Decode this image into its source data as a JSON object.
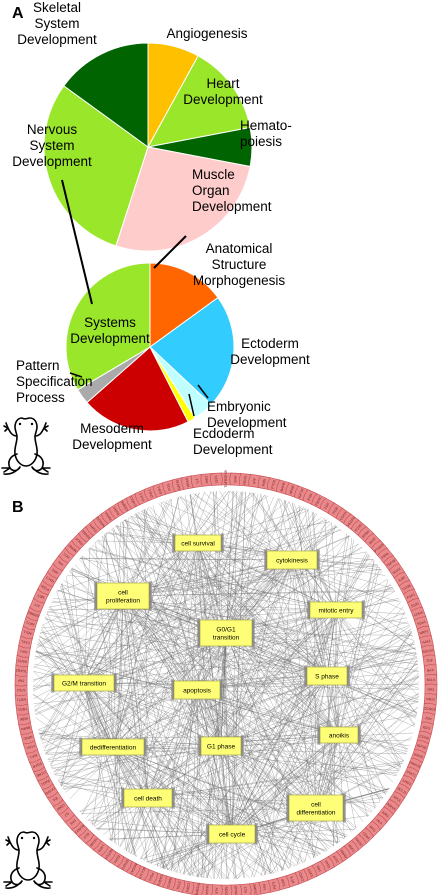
{
  "panel_a": {
    "letter": "A",
    "pie_top": {
      "slices": [
        {
          "key": "angiogenesis",
          "value": 8,
          "color": "#FFC000"
        },
        {
          "key": "heart",
          "value": 14,
          "color": "#99E62B"
        },
        {
          "key": "hematopoiesis",
          "value": 6,
          "color": "#006400"
        },
        {
          "key": "muscle",
          "value": 27,
          "color": "#FFCCCC"
        },
        {
          "key": "nervous",
          "value": 30,
          "color": "#99E62B"
        },
        {
          "key": "skeletal",
          "value": 15,
          "color": "#006400"
        }
      ],
      "labels": {
        "skeletal": [
          "Skeletal",
          "System",
          "Development"
        ],
        "angiogenesis": [
          "Angiogenesis"
        ],
        "heart": [
          "Heart",
          "Development"
        ],
        "hematopoiesis": [
          "Hemato-",
          "poiesis"
        ],
        "nervous": [
          "Nervous",
          "System",
          "Development"
        ],
        "muscle": [
          "Muscle",
          "Organ",
          "Development"
        ]
      }
    },
    "pie_bottom": {
      "slices": [
        {
          "key": "anatomical",
          "value": 15,
          "color": "#FF6600"
        },
        {
          "key": "ectoderm",
          "value": 22,
          "color": "#33CCFF"
        },
        {
          "key": "embryonic",
          "value": 4,
          "color": "#BFFFFF"
        },
        {
          "key": "ecdoderm",
          "value": 1.5,
          "color": "#FFFF00"
        },
        {
          "key": "mesoderm",
          "value": 21,
          "color": "#CC0000"
        },
        {
          "key": "pattern",
          "value": 3,
          "color": "#AAAAAA"
        },
        {
          "key": "systems",
          "value": 33.5,
          "color": "#99E62B"
        }
      ],
      "labels": {
        "anatomical": [
          "Anatomical",
          "Structure",
          "Morphogenesis"
        ],
        "systems": [
          "Systems",
          "Development"
        ],
        "ectoderm": [
          "Ectoderm",
          "Development"
        ],
        "pattern": [
          "Pattern",
          "Specification",
          "Process"
        ],
        "embryonic": [
          "Embryonic",
          "Development"
        ],
        "mesoderm": [
          "Mesoderm",
          "Development"
        ],
        "ecdoderm": [
          "Ecdoderm",
          "Development"
        ]
      }
    }
  },
  "panel_b": {
    "letter": "B",
    "hubs": [
      {
        "key": "cell-survival",
        "label": [
          "cell survival"
        ]
      },
      {
        "key": "cytokinesis",
        "label": [
          "cytokinesis"
        ]
      },
      {
        "key": "cell-proliferation",
        "label": [
          "cell",
          "proliferation"
        ]
      },
      {
        "key": "mitotic-entry",
        "label": [
          "mitotic entry"
        ]
      },
      {
        "key": "g0g1-transition",
        "label": [
          "G0/G1",
          "transition"
        ]
      },
      {
        "key": "g2m-transition",
        "label": [
          "G2/M transition"
        ]
      },
      {
        "key": "s-phase",
        "label": [
          "S phase"
        ]
      },
      {
        "key": "apoptosis",
        "label": [
          "apoptosis"
        ]
      },
      {
        "key": "anoikis",
        "label": [
          "anoikis"
        ]
      },
      {
        "key": "dedifferentiation",
        "label": [
          "dedifferentiation"
        ]
      },
      {
        "key": "g1-phase",
        "label": [
          "G1 phase"
        ]
      },
      {
        "key": "cell-death",
        "label": [
          "cell death"
        ]
      },
      {
        "key": "cell-differentiation",
        "label": [
          "cell",
          "differentiation"
        ]
      },
      {
        "key": "cell-cycle",
        "label": [
          "cell cycle"
        ]
      }
    ],
    "genes": [
      "TNFRSF1B",
      "SHH",
      "RGS1",
      "ATF",
      "PADI",
      "PTGS",
      "MAFB",
      "NFKB",
      "IGF1R",
      "IFNA",
      "PIK3C",
      "FGF",
      "ITGB",
      "CDKN",
      "VEGFA",
      "FOXO",
      "EPB4",
      "NFAT",
      "PTGER",
      "FBXL",
      "TNFSF",
      "SOX2",
      "IL6R",
      "CD38",
      "FGF1",
      "S100",
      "CDNA",
      "SSA1",
      "NRP1",
      "AAK1",
      "SOCS1",
      "TGF",
      "BAX",
      "BCL6",
      "NR1",
      "NR12",
      "CCNG1",
      "JUN",
      "IGF2",
      "CCND",
      "IGF1E",
      "KRAS",
      "PRKCE",
      "STAT1",
      "LMO2",
      "BCL11",
      "RPL5",
      "ASH2L",
      "NRG",
      "HLA",
      "MYC",
      "CD44",
      "PADI2",
      "HNF1",
      "SMAD",
      "ATF2",
      "TP53",
      "RB1",
      "CSF1",
      "CDC2",
      "IL1B",
      "IRF3",
      "TLR4",
      "RPL",
      "BMP2",
      "LTA",
      "EPHA",
      "SOX9",
      "ALK",
      "MAFA",
      "TP53INP",
      "CDK4",
      "ETS1",
      "BIRC5",
      "CASP3",
      "PDX1",
      "BCL11A",
      "NCOA1",
      "SFRP2",
      "EGR1",
      "NOTCH",
      "LRP5",
      "HOXB",
      "GLI1",
      "RUNX1",
      "FAS",
      "IL2",
      "CD69",
      "ID1",
      "CASP8",
      "BAG1",
      "CCNE",
      "EGFR",
      "IGF1",
      "FOXL",
      "NR3C",
      "BMP4",
      "IKBK",
      "HES1",
      "MST1",
      "STK3",
      "TNF",
      "TGFB3",
      "WNT5",
      "HIF1",
      "CXCL",
      "ABL1",
      "AKT1",
      "ERBB2",
      "KIT",
      "MET",
      "PTEN",
      "RAC1",
      "SRC",
      "VHL",
      "WT1",
      "MDM2",
      "PDGF",
      "INHBA",
      "EMP3",
      "NANOG",
      "RARA",
      "RXRA",
      "CEBPA",
      "CHEK1",
      "CUL1",
      "DVL1",
      "E2F1",
      "FOS",
      "GATA2",
      "HRAS",
      "IL4",
      "JAK2",
      "LEF1"
    ],
    "edge_count": 700
  }
}
